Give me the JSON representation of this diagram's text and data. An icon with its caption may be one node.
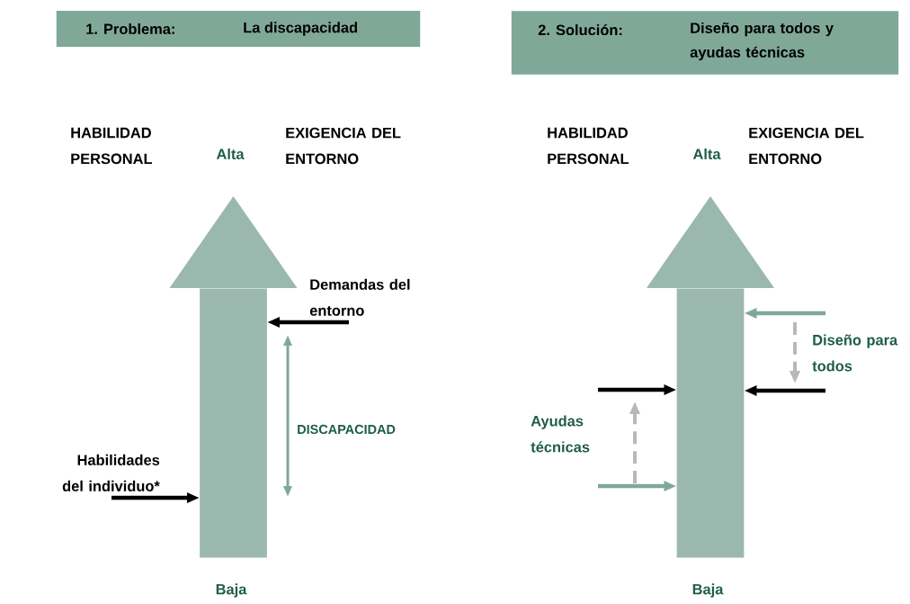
{
  "diagram": {
    "nodes": [
      {
        "text": [
          "1. Problema:",
          "La discapacidad"
        ]
      },
      {
        "text": [
          "2. Solución:",
          "Diseño para todos y ayudas técnicas"
        ]
      },
      {
        "text": [],
        "shape": "arrow"
      },
      {
        "text": [],
        "shape": "arrow"
      },
      {
        "text": [
          "Habilidades del individuo*"
        ]
      },
      {
        "text": [
          "Demandas del entorno"
        ]
      }
    ],
    "edges": [
      {
        "from": 4,
        "to": 2,
        "arrow": "to"
      },
      {
        "from": 5,
        "to": 2,
        "arrow": "to"
      },
      {
        "from": null,
        "to": 3,
        "arrow": "to",
        "color": "#7fa899"
      },
      {
        "from": null,
        "to": 3,
        "arrow": "to"
      },
      {
        "from": null,
        "to": 3,
        "arrow": "to"
      },
      {
        "from": null,
        "to": 3,
        "arrow": "to",
        "color": "#7fa899"
      }
    ],
    "labels": [
      "HABILIDAD PERSONAL",
      "Alta",
      "EXIGENCIA DEL ENTORNO",
      "DISCAPACIDAD",
      "Baja",
      "HABILIDAD PERSONAL",
      "Alta",
      "EXIGENCIA DEL ENTORNO",
      "Diseño para todos",
      "Ayudas técnicas",
      "Baja"
    ]
  }
}
